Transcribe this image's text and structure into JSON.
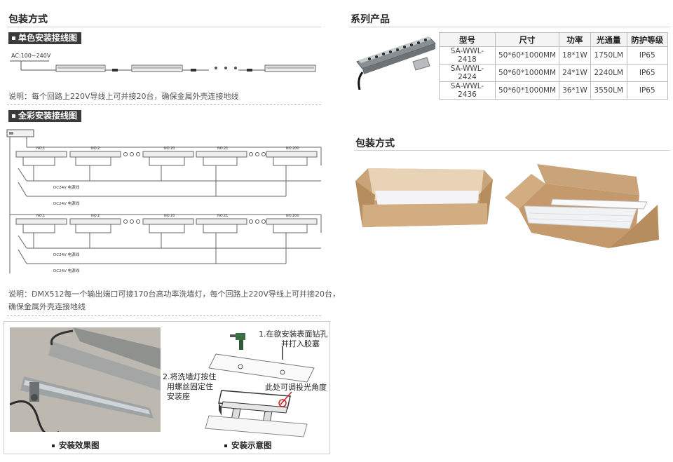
{
  "left": {
    "title": "包装方式",
    "single_color": {
      "chip": "单色安装接线图",
      "ac_label": "AC:100~240V",
      "note": "说明：每个回路上220V导线上可并接20台，确保金属外壳连接地线"
    },
    "full_color": {
      "chip": "全彩安装接线图",
      "no_labels": [
        "NO.1",
        "NO.2",
        "NO.20",
        "NO.21",
        "NO.200"
      ],
      "power_label": "DC24V 电源线",
      "note_line1": "说明：DMX512每一个输出端口可接170台高功率洗墙灯，每个回路上220V导线上可并接20台，",
      "note_line2": "确保金属外壳连接地线"
    },
    "install": {
      "caption_effect": "安装效果图",
      "caption_diagram": "安装示意图",
      "step1_line1": "1.在欲安装表面钻孔",
      "step1_line2": "并打入胶塞",
      "step2_line1": "2.将洗墙灯按住",
      "step2_line2": "用螺丝固定住",
      "step2_line3": "安装座",
      "angle_note": "此处可调投光角度"
    }
  },
  "right": {
    "series_title": "系列产品",
    "table": {
      "headers": [
        "型号",
        "尺寸",
        "功率",
        "光通量",
        "防护等级"
      ],
      "rows": [
        [
          "SA-WWL-2418",
          "50*60*1000MM",
          "18*1W",
          "1750LM",
          "IP65"
        ],
        [
          "SA-WWL-2424",
          "50*60*1000MM",
          "24*1W",
          "2240LM",
          "IP65"
        ],
        [
          "SA-WWL-2436",
          "50*60*1000MM",
          "36*1W",
          "3550LM",
          "IP65"
        ]
      ]
    },
    "packaging_title": "包装方式"
  }
}
